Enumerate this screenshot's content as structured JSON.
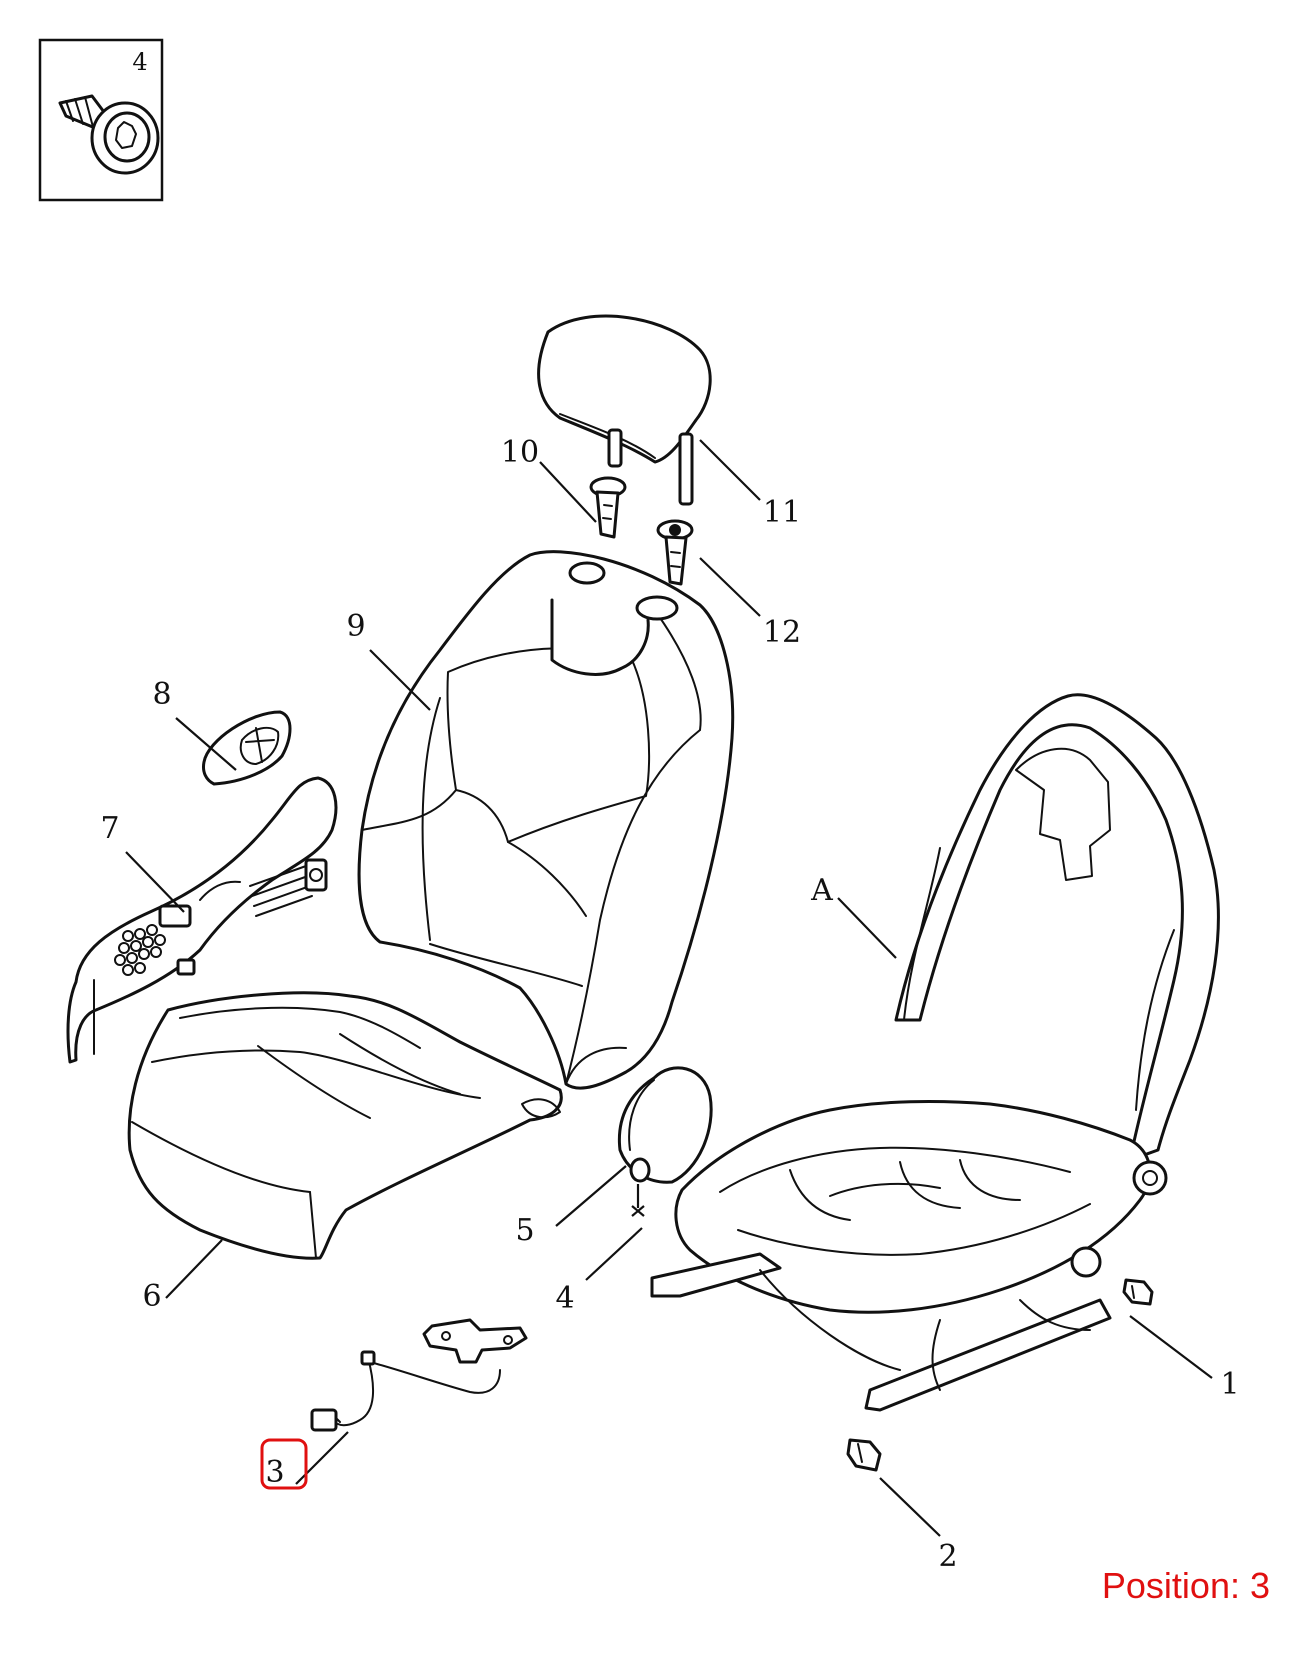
{
  "inset": {
    "number": "4"
  },
  "callouts": [
    {
      "id": "1",
      "text": "1"
    },
    {
      "id": "2",
      "text": "2"
    },
    {
      "id": "3",
      "text": "3"
    },
    {
      "id": "4",
      "text": "4"
    },
    {
      "id": "5",
      "text": "5"
    },
    {
      "id": "6",
      "text": "6"
    },
    {
      "id": "7",
      "text": "7"
    },
    {
      "id": "8",
      "text": "8"
    },
    {
      "id": "9",
      "text": "9"
    },
    {
      "id": "10",
      "text": "10"
    },
    {
      "id": "11",
      "text": "11"
    },
    {
      "id": "12",
      "text": "12"
    },
    {
      "id": "A",
      "text": "A"
    }
  ],
  "highlight": {
    "callout": "3",
    "color": "#e01010"
  },
  "position": {
    "label": "Position: 3"
  }
}
